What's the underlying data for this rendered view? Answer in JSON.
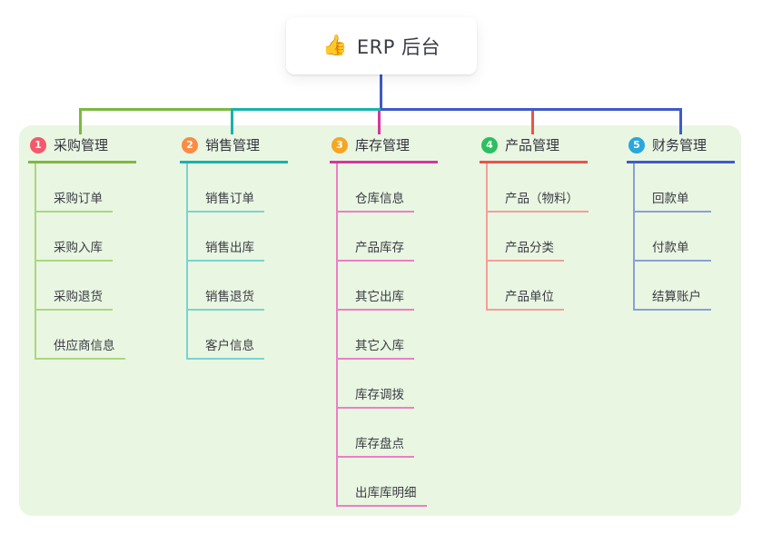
{
  "root": {
    "icon_char": "👍",
    "title": "ERP 后台",
    "line_color": "#3f5ac8"
  },
  "canvas": {
    "background": "#e9f6e2"
  },
  "branches": [
    {
      "number": "1",
      "label": "采购管理",
      "badge_color": "#f4586b",
      "line_color": "#7cb93f",
      "child_line_color": "#a9d87f",
      "children": [
        "采购订单",
        "采购入库",
        "采购退货",
        "供应商信息"
      ]
    },
    {
      "number": "2",
      "label": "销售管理",
      "badge_color": "#fa8c44",
      "line_color": "#17b3ab",
      "child_line_color": "#79d4cd",
      "children": [
        "销售订单",
        "销售出库",
        "销售退货",
        "客户信息"
      ]
    },
    {
      "number": "3",
      "label": "库存管理",
      "badge_color": "#f5a623",
      "line_color": "#d6359f",
      "child_line_color": "#ee7ec6",
      "children": [
        "仓库信息",
        "产品库存",
        "其它出库",
        "其它入库",
        "库存调拨",
        "库存盘点",
        "出库库明细"
      ]
    },
    {
      "number": "4",
      "label": "产品管理",
      "badge_color": "#2dbf5f",
      "line_color": "#e8544c",
      "child_line_color": "#f49f97",
      "children": [
        "产品（物料）",
        "产品分类",
        "产品单位"
      ]
    },
    {
      "number": "5",
      "label": "财务管理",
      "badge_color": "#2aa7dc",
      "line_color": "#3f5ac8",
      "child_line_color": "#8aa0d6",
      "children": [
        "回款单",
        "付款单",
        "结算账户"
      ]
    }
  ]
}
